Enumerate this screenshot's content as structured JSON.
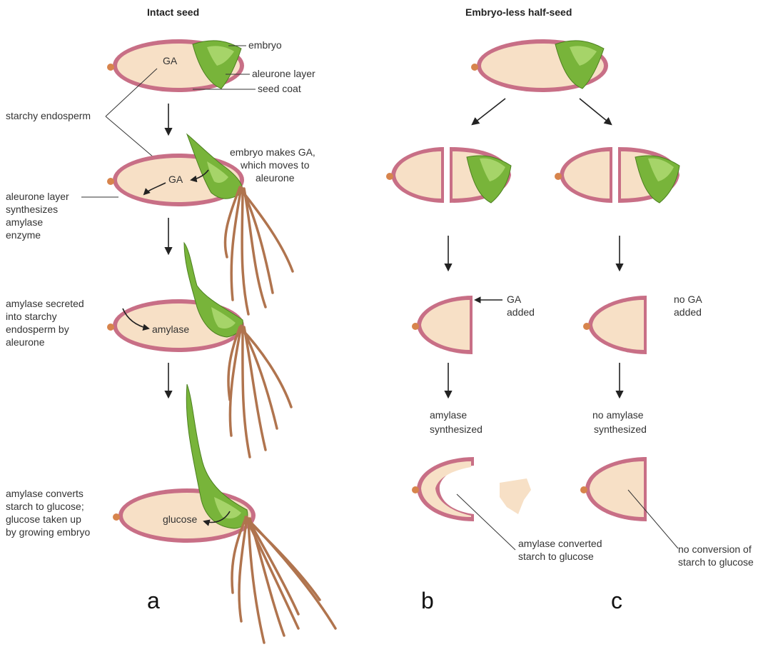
{
  "headers": {
    "intact": "Intact seed",
    "embryo_less": "Embryo-less half-seed"
  },
  "panel_letters": {
    "a": "a",
    "b": "b",
    "c": "c"
  },
  "panel_a": {
    "seed1": {
      "ga": "GA",
      "embryo": "embryo",
      "aleurone": "aleurone layer",
      "seed_coat": "seed coat",
      "starchy": "starchy endosperm"
    },
    "seed2": {
      "ga": "GA",
      "embryo_makes": [
        "embryo makes GA,",
        "which moves to",
        "aleurone"
      ],
      "aleurone_synth": [
        "aleurone layer",
        "synthesizes",
        "amylase",
        "enzyme"
      ]
    },
    "seed3": {
      "amylase": "amylase",
      "secreted": [
        "amylase secreted",
        "into starchy",
        "endosperm by",
        "aleurone"
      ]
    },
    "seed4": {
      "glucose": "glucose",
      "converts": [
        "amylase converts",
        "starch to glucose;",
        "glucose taken up",
        "by growing embryo"
      ]
    }
  },
  "panel_b": {
    "ga_added": [
      "GA",
      "added"
    ],
    "amylase_synth": [
      "amylase",
      "synthesized"
    ],
    "converted": [
      "amylase converted",
      "starch to glucose"
    ]
  },
  "panel_c": {
    "no_ga": [
      "no GA",
      "added"
    ],
    "no_amylase": [
      "no amylase",
      "synthesized"
    ],
    "no_conversion": [
      "no conversion of",
      "starch to glucose"
    ]
  },
  "colors": {
    "seed_coat": "#c86f86",
    "endosperm": "#f7e0c6",
    "embryo": "#78b43a",
    "root": "#b0744e"
  }
}
